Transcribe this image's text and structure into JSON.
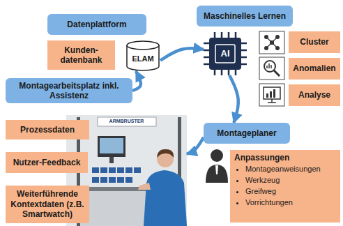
{
  "diagram": {
    "nodes": [
      {
        "text": [
          "Datenplattform"
        ]
      },
      {
        "text": [
          "Kunden- datenbank"
        ]
      },
      {
        "text": [
          "ELAM"
        ]
      },
      {
        "text": [
          "Maschinelles Lernen"
        ]
      },
      {
        "text": [
          "AI"
        ]
      },
      {
        "text": [
          "Cluster"
        ]
      },
      {
        "text": [
          "Anomalien"
        ]
      },
      {
        "text": [
          "Analyse"
        ]
      },
      {
        "text": [
          "Montagearbeitsplatz inkl. Assistenz"
        ]
      },
      {
        "text": [
          "ARMBRUSTER"
        ]
      },
      {
        "text": [
          "Prozessdaten"
        ]
      },
      {
        "text": [
          "Nutzer-Feedback"
        ]
      },
      {
        "text": [
          "Weiterführende Kontextdaten (z.B. Smartwatch)"
        ]
      },
      {
        "text": [
          "Montageplaner"
        ]
      },
      {
        "text": [
          "Anpassungen",
          "Montageanweisungen",
          "Werkzeug",
          "Greifweg",
          "Vorrichtungen"
        ]
      }
    ],
    "edges": [
      {
        "from": 2,
        "to": 4,
        "arrow": "to"
      },
      {
        "from": 4,
        "to": 13,
        "arrow": "to"
      },
      {
        "from": 13,
        "to": 9,
        "arrow": "to"
      },
      {
        "from": 8,
        "to": 2,
        "arrow": "to"
      }
    ]
  }
}
